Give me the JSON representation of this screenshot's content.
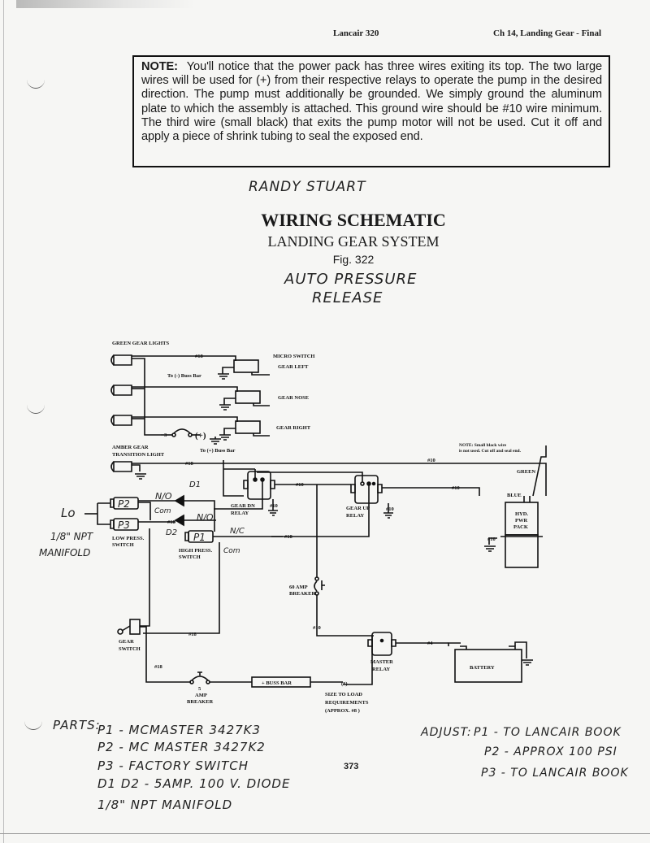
{
  "header": {
    "left": "Lancair 320",
    "right": "Ch 14, Landing Gear - Final"
  },
  "note": {
    "label": "NOTE:",
    "text": "You'll notice that the power pack has three wires exiting its top.  The two large wires will be used for (+) from their respective relays to operate the pump in the desired direction.  The pump must additionally be grounded.  We simply ground the aluminum plate to which the assembly is attached. This ground wire should be #10 wire minimum.  The third wire (small black) that exits the pump motor will not be used.  Cut it off and apply a piece of shrink tubing to seal the exposed end."
  },
  "handwritten": {
    "author": "RANDY STUART",
    "annotation_line1": "AUTO PRESSURE",
    "annotation_line2": "RELEASE",
    "lo": "Lo",
    "manifold_line1": "1/8\" NPT",
    "manifold_line2": "MANIFOLD",
    "d1": "D1",
    "d2": "D2",
    "p1": "P1",
    "p2": "P2",
    "p3": "P3",
    "no_top": "N/O",
    "com_top": "Com",
    "no_mid": "N/O",
    "nc": "N/C",
    "com_p1": "Com"
  },
  "figure": {
    "title": "WIRING SCHEMATIC",
    "subtitle": "LANDING GEAR SYSTEM",
    "number": "Fig. 322"
  },
  "schematic": {
    "green_gear_lights": "GREEN GEAR LIGHTS",
    "micro_switch": "MICRO SWITCH",
    "gear_left": "GEAR LEFT",
    "gear_nose": "GEAR NOSE",
    "gear_right": "GEAR RIGHT",
    "to_neg_buss": "To (-) Buss Bar",
    "to_pos_buss": "To (+) Buss Bar",
    "breaker_3": "3",
    "plus": "(+)",
    "amber_line1": "AMBER GEAR",
    "amber_line2": "TRANSITION LIGHT",
    "wire_18": "#18",
    "wire_10": "#10",
    "wire_4": "#4",
    "gear_dn_relay_1": "GEAR DN",
    "gear_dn_relay_2": "RELAY",
    "gear_up_relay_1": "GEAR UP",
    "gear_up_relay_2": "RELAY",
    "pump_note_1": "NOTE: Small black wire",
    "pump_note_2": "is not used. Cut off and seal end.",
    "green": "GREEN",
    "blue": "BLUE",
    "hyd_1": "HYD.",
    "hyd_2": "PWR",
    "hyd_3": "PACK",
    "low_press_1": "LOW PRESS.",
    "low_press_2": "SWITCH",
    "high_press_1": "HIGH PRESS.",
    "high_press_2": "SWITCH",
    "breaker_60_1": "60 AMP",
    "breaker_60_2": "BREAKER",
    "gear_switch_1": "GEAR",
    "gear_switch_2": "SWITCH",
    "master_relay_1": "MASTER",
    "master_relay_2": "RELAY",
    "battery": "BATTERY",
    "breaker_5_1": "5",
    "breaker_5_2": "AMP",
    "breaker_5_3": "BREAKER",
    "buss_bar": "+ BUSS BAR",
    "size_note_0": "(*)",
    "size_note_1": "SIZE TO LOAD",
    "size_note_2": "REQUIREMENTS",
    "size_note_3": "(APPROX. #8 )"
  },
  "parts": {
    "label": "PARTS:",
    "items": [
      "P1 - MCMASTER 3427K3",
      "P2 - MC MASTER 3427K2",
      "P3 - FACTORY SWITCH",
      "D1 D2 - 5AMP. 100 V. DIODE",
      "1/8\" NPT MANIFOLD"
    ]
  },
  "adjust": {
    "label": "ADJUST:",
    "items": [
      "P1 - TO LANCAIR BOOK",
      "P2 - APPROX 100 PSI",
      "P3 - TO LANCAIR BOOK"
    ]
  },
  "page_number": "373"
}
